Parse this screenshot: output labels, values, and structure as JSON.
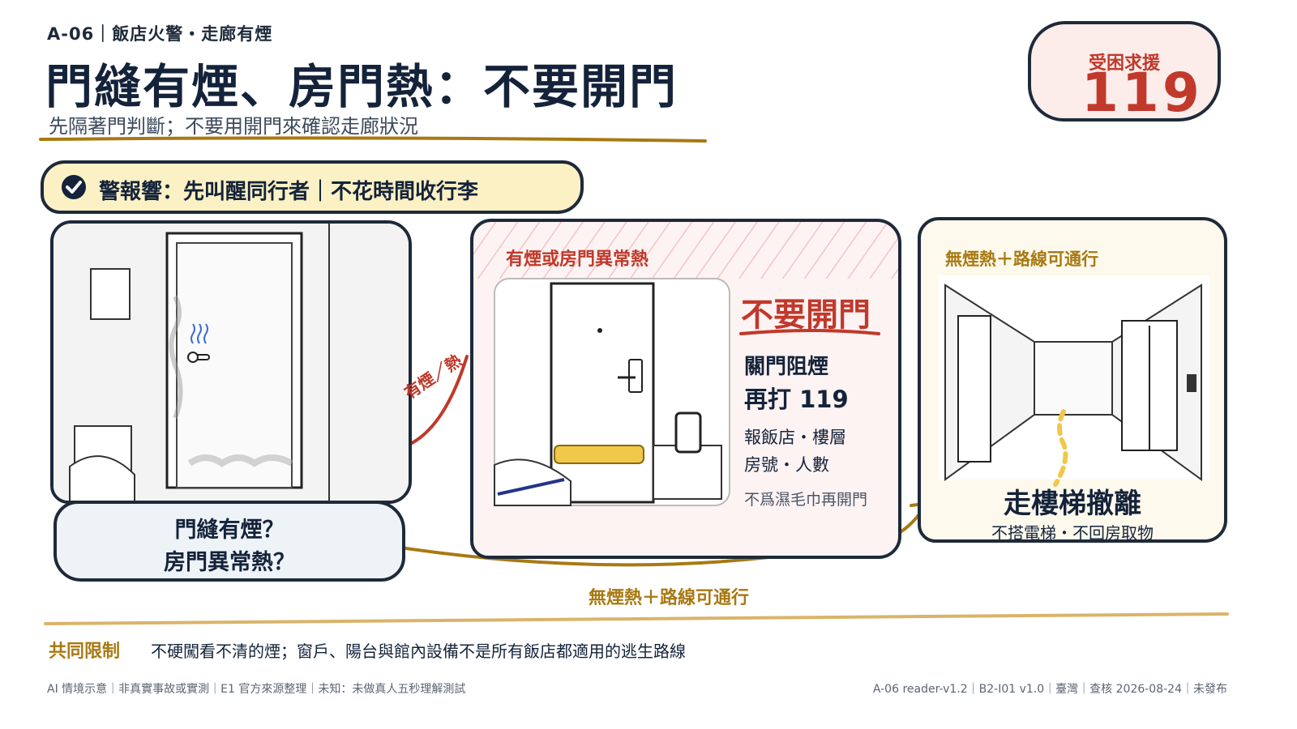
{
  "header": {
    "kicker": "A-06｜飯店火警・走廊有煙",
    "title": "門縫有煙、房門熱：不要開門",
    "subtitle": "先隔著門判斷；不要用開門來確認走廊狀況"
  },
  "badge": {
    "label": "受困求援",
    "number": "119"
  },
  "alarm": {
    "text": "警報響：先叫醒同行者｜不花時間收行李",
    "icon": "check-circle-icon"
  },
  "question": {
    "line1": "門縫有煙？",
    "line2": "房門異常熱？"
  },
  "branch_danger": {
    "arrow_label": "有煙／熱",
    "panel_label": "有煙或房門異常熱",
    "headline": "不要開門",
    "action1": "關門阻煙",
    "action2": "再打 119",
    "report1": "報飯店・樓層",
    "report2": "房號・人數",
    "note": "不爲濕毛巾再開門"
  },
  "branch_safe": {
    "arrow_label": "無煙熱＋路線可通行",
    "panel_label": "無煙熱＋路線可通行",
    "headline": "走樓梯撤離",
    "sub": "不搭電梯・不回房取物"
  },
  "limit": {
    "label": "共同限制",
    "text": "不硬闖看不清的煙；窗戶、陽台與館內設備不是所有飯店都適用的逃生路線"
  },
  "footer": {
    "left": "AI 情境示意｜非真實事故或實測｜E1 官方來源整理｜未知：未做真人五秒理解測試",
    "right": "A-06 reader-v1.2｜B2-I01 v1.0｜臺灣｜查核 2026-08-24｜未發布"
  },
  "colors": {
    "navy": "#14233a",
    "red": "#c0392b",
    "gold": "#a87912",
    "yellow": "#fbf1c4",
    "pink": "#fdf3f3"
  }
}
